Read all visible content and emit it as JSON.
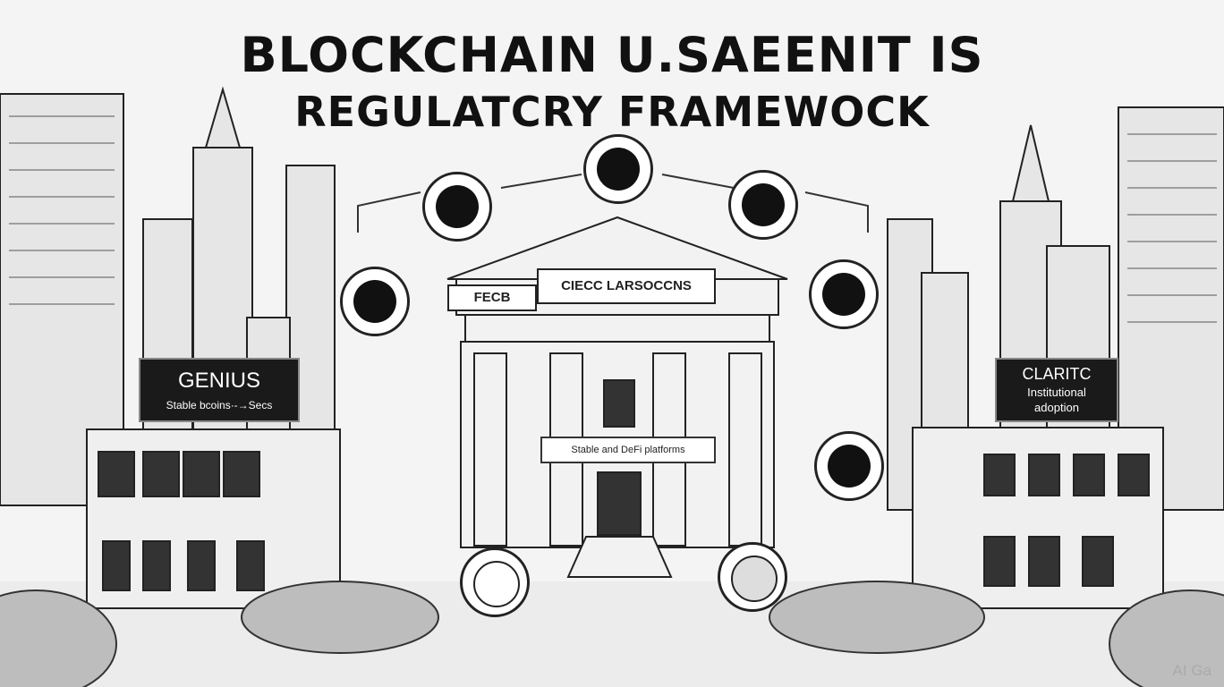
{
  "title": {
    "line1": "BLOCKCHAIN U.SAEENIT IS",
    "line2": "REGULATCRY FRAMEWOCK"
  },
  "left_sign": {
    "heading": "GENIUS",
    "subtext": "Stable bcoins·-→Secs"
  },
  "right_sign": {
    "heading": "CLARITC",
    "line1": "Institutional",
    "line2": "adoption"
  },
  "building": {
    "left_plaque": "FECB",
    "right_plaque": "CIECC LARSOCCNS",
    "banner": "Stable and DeFi platforms"
  },
  "medallions": [
    "regulation-icon",
    "token-icon",
    "seal-icon",
    "chip-icon",
    "shield-icon",
    "card-icon",
    "network-icon",
    "coin-icon"
  ],
  "watermark": "AI Ga"
}
